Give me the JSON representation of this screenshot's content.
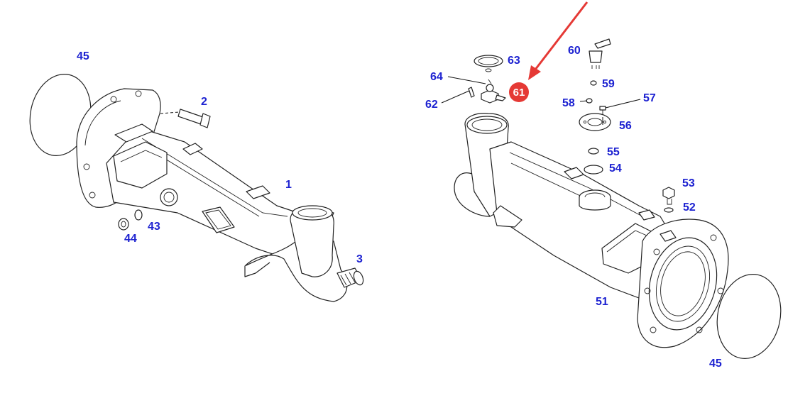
{
  "diagram": {
    "labels": {
      "l1": "1",
      "l2": "2",
      "l3": "3",
      "l43": "43",
      "l44": "44",
      "l45a": "45",
      "l45b": "45",
      "l51": "51",
      "l52": "52",
      "l53": "53",
      "l54": "54",
      "l55": "55",
      "l56": "56",
      "l57": "57",
      "l58": "58",
      "l59": "59",
      "l60": "60",
      "l62": "62",
      "l63": "63",
      "l64": "64"
    },
    "highlight": {
      "label": "61",
      "color": "#e53935"
    },
    "arrow_color": "#e53935",
    "label_color": "#1d22d1"
  }
}
